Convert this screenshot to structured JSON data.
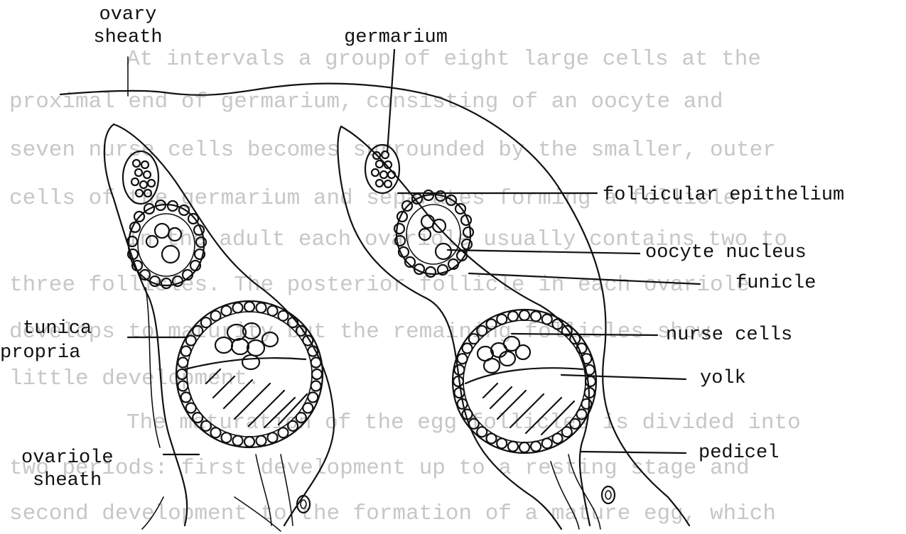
{
  "background_text": [
    "At intervals a group of eight large cells at the",
    "proximal end of germarium, consisting of an oocyte and",
    "seven nurse cells becomes surrounded by the smaller, outer",
    "cells of the germarium and separates forming a follicle.",
    "In the adult each ovariole usually contains two to",
    "three follicles. The posterior follicle in each ovariole",
    "develops to maturity but the remaining follicles show",
    "little development.",
    "The maturation of the egg follicles is divided into",
    "two periods: first development up to a resting stage and",
    "second development to the formation of a mature egg, which"
  ],
  "labels": {
    "ovary_sheath": [
      "ovary",
      "sheath"
    ],
    "germarium": "germarium",
    "follicular_epithelium": "follicular epithelium",
    "oocyte_nucleus": "oocyte nucleus",
    "funicle": "funicle",
    "tunica_propria": [
      "tunica",
      "propria"
    ],
    "nurse_cells": "nurse cells",
    "yolk": "yolk",
    "ovariole_sheath": [
      "ovariole",
      "sheath"
    ],
    "pedicel": "pedicel"
  }
}
